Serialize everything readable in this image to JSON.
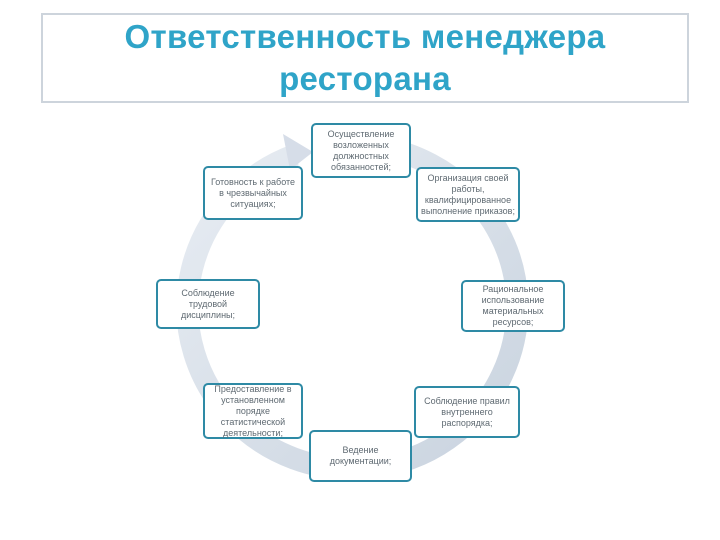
{
  "title": {
    "line1": "Ответственность менеджера",
    "line2": "ресторана"
  },
  "colors": {
    "title": "#2fa4c8",
    "box_border": "#2e8aa5",
    "ring": "#d3dbe6",
    "node_text": "#5f6a72"
  },
  "nodes": [
    {
      "label": "Осуществление возложенных должностных обязанностей;"
    },
    {
      "label": "Организация своей работы, квалифицированное выполнение приказов;"
    },
    {
      "label": "Рациональное использование материальных ресурсов;"
    },
    {
      "label": "Соблюдение правил внутреннего распорядка;"
    },
    {
      "label": "Ведение документации;"
    },
    {
      "label": "Предоставление в установленном порядке статистической деятельности;"
    },
    {
      "label": "Соблюдение трудовой дисциплины;"
    },
    {
      "label": "Готовность к работе в чрезвычайных ситуациях;"
    }
  ]
}
